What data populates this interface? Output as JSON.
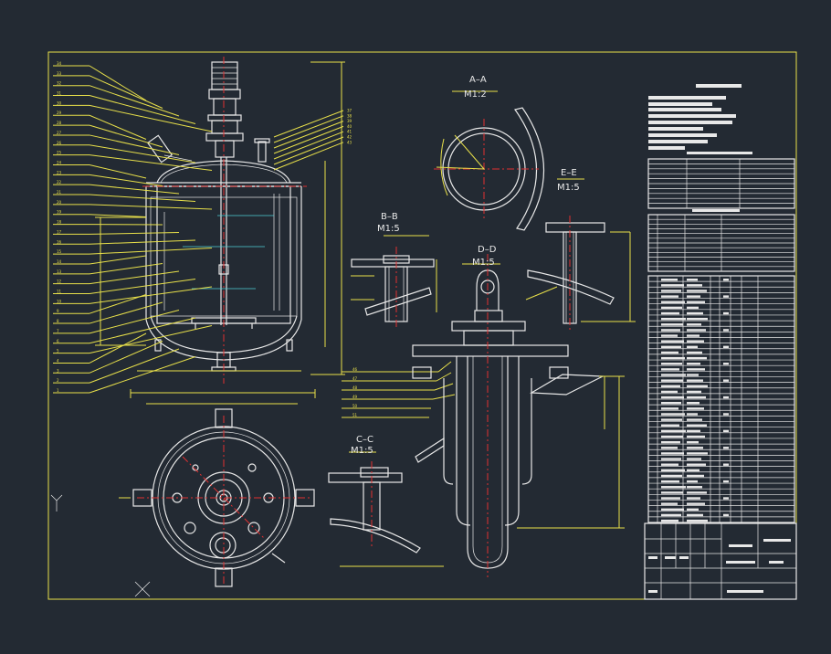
{
  "section_labels": {
    "aa": {
      "name": "A–A",
      "scale": "M1:2"
    },
    "bb": {
      "name": "B–B",
      "scale": "M1:5"
    },
    "cc": {
      "name": "C–C",
      "scale": "M1:5"
    },
    "dd": {
      "name": "D–D",
      "scale": "M1:5"
    },
    "ee": {
      "name": "E–E",
      "scale": "M1:5"
    }
  },
  "balloon_numbers": [
    "34",
    "33",
    "32",
    "31",
    "30",
    "29",
    "28",
    "27",
    "26",
    "25",
    "24",
    "23",
    "22",
    "21",
    "20",
    "19",
    "18",
    "17",
    "16",
    "15",
    "14",
    "13",
    "12",
    "11",
    "10",
    "9",
    "8",
    "7",
    "6",
    "5",
    "4",
    "3",
    "2",
    "1"
  ],
  "right_numbers": [
    "37",
    "38",
    "39",
    "40",
    "41",
    "42",
    "43"
  ],
  "cc_numbers": [
    "46",
    "47",
    "48",
    "49",
    "50",
    "51"
  ],
  "colors": {
    "background": "#232a33",
    "frame": "#e8e04a",
    "outline": "#e8e8e8",
    "centerline": "#e03030",
    "dimension": "#4fd0d8"
  },
  "icons": [
    "ucs-y-axis-icon",
    "ucs-origin-cross-icon"
  ]
}
